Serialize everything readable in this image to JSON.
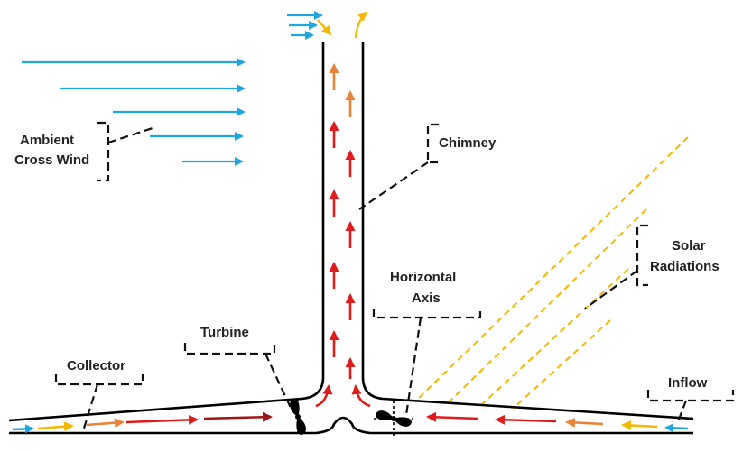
{
  "labels": {
    "ambient_line1": "Ambient",
    "ambient_line2": "Cross Wind",
    "chimney": "Chimney",
    "solar_line1": "Solar",
    "solar_line2": "Radiations",
    "horizontal_line1": "Horizontal",
    "horizontal_line2": "Axis",
    "turbine": "Turbine",
    "collector": "Collector",
    "inflow": "Inflow"
  },
  "colors": {
    "cross_wind": "#1fa6e0",
    "hot_air": "#e01b1b",
    "dark_air": "#a01515",
    "warm_air": "#e8843a",
    "exhaust": "#f5b800",
    "solar": "#f5b800",
    "structure": "#000000"
  },
  "icons": {
    "wind_arrow": "arrow-right-icon",
    "updraft_arrow": "arrow-up-icon",
    "turbine": "propeller-icon"
  }
}
